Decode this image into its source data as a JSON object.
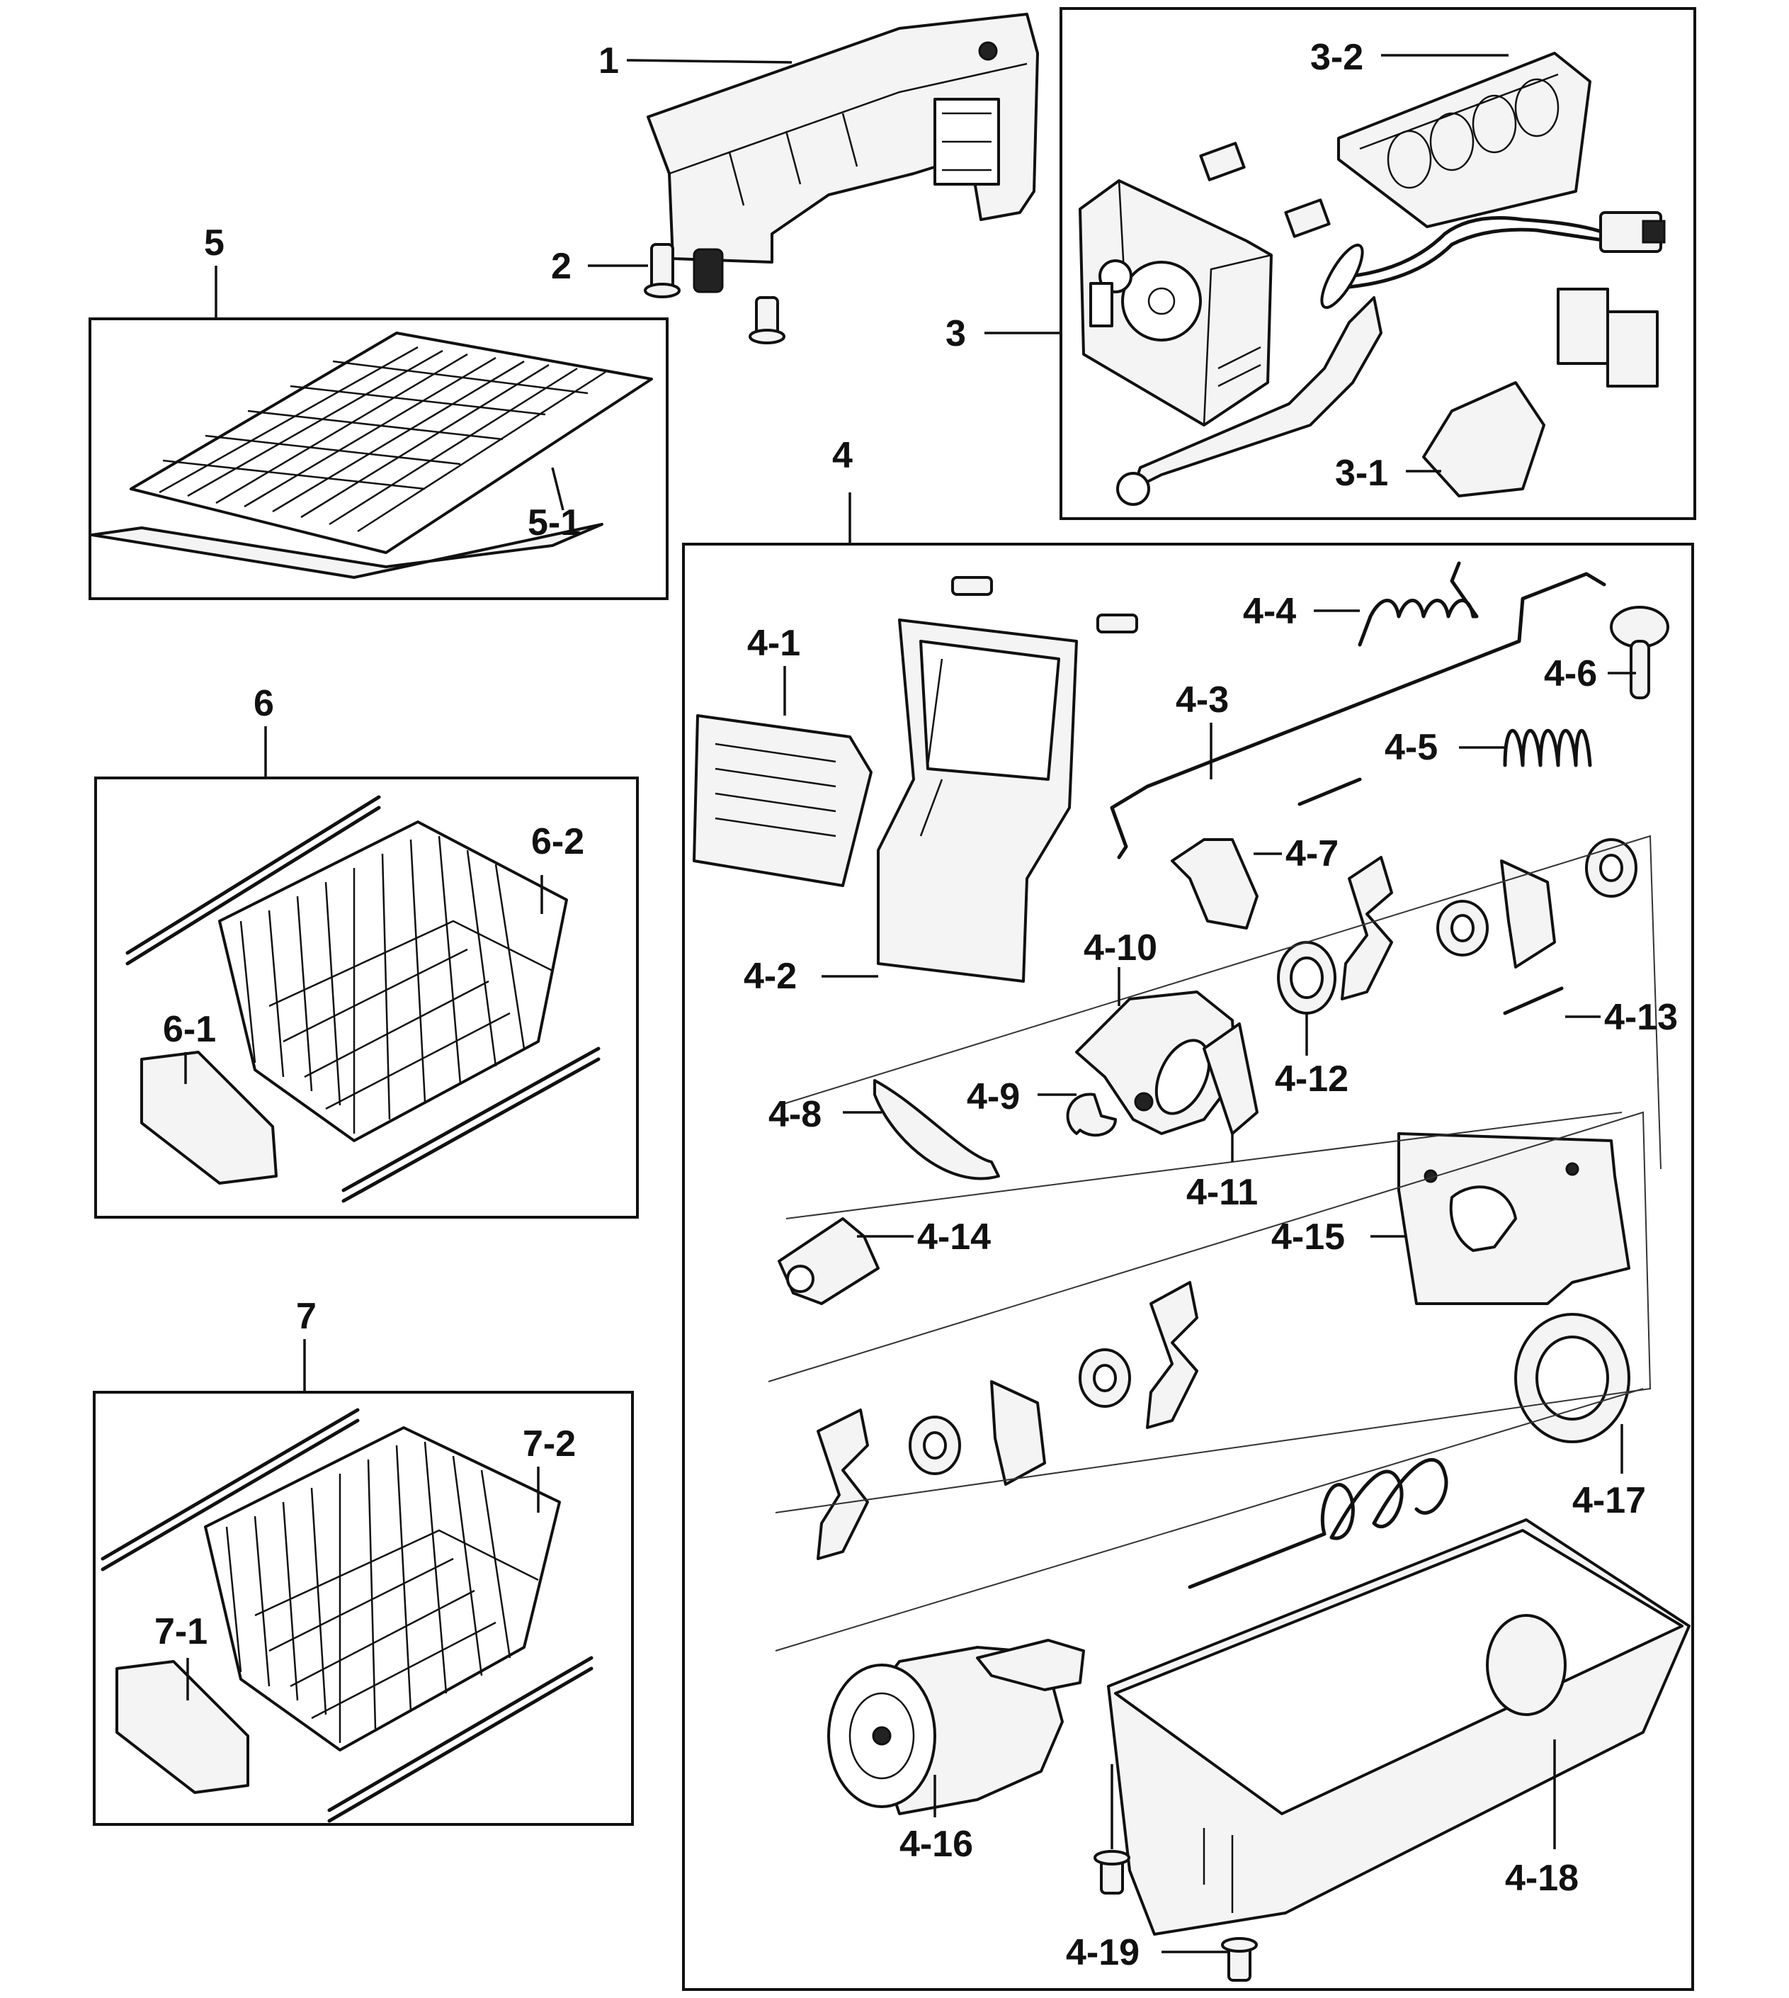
{
  "callouts": {
    "c1": "1",
    "c2": "2",
    "c3": "3",
    "c3_1": "3-1",
    "c3_2": "3-2",
    "c4": "4",
    "c4_1": "4-1",
    "c4_2": "4-2",
    "c4_3": "4-3",
    "c4_4": "4-4",
    "c4_5": "4-5",
    "c4_6": "4-6",
    "c4_7": "4-7",
    "c4_8": "4-8",
    "c4_9": "4-9",
    "c4_10": "4-10",
    "c4_11": "4-11",
    "c4_12": "4-12",
    "c4_13": "4-13",
    "c4_14": "4-14",
    "c4_15": "4-15",
    "c4_16": "4-16",
    "c4_17": "4-17",
    "c4_18": "4-18",
    "c4_19": "4-19",
    "c5": "5",
    "c5_1": "5-1",
    "c6": "6",
    "c6_1": "6-1",
    "c6_2": "6-2",
    "c7": "7",
    "c7_1": "7-1",
    "c7_2": "7-2"
  }
}
